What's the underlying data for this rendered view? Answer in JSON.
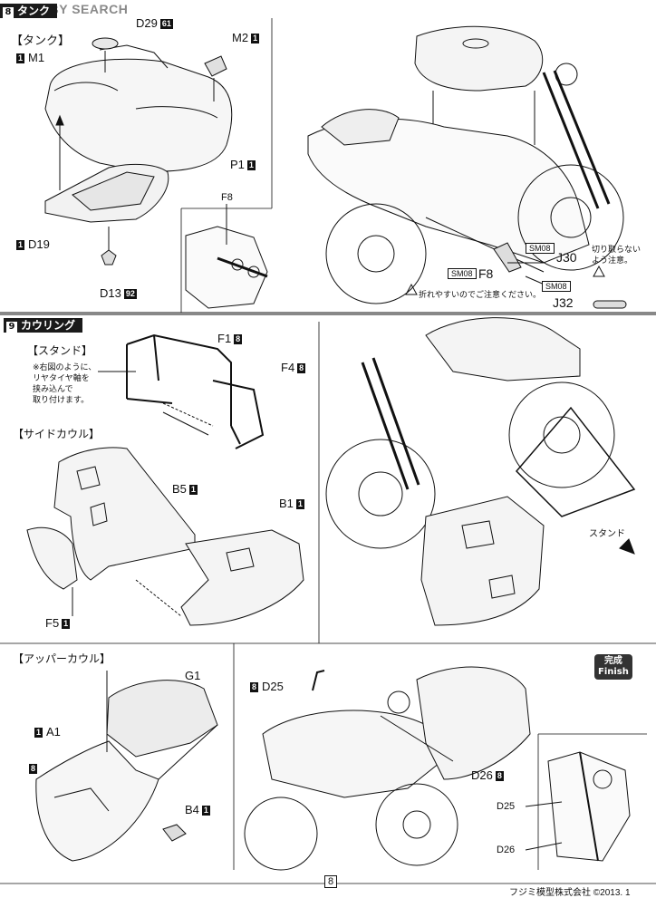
{
  "watermark": "HOBBY SEARCH",
  "step8": {
    "number": "8",
    "title": "タンク",
    "sub_label": "【タンク】",
    "parts": {
      "d29": "D29",
      "d29_n": "61",
      "m2": "M2",
      "m2_n": "1",
      "m1": "M1",
      "m1_n": "1",
      "p1": "P1",
      "p1_n": "1",
      "d19": "D19",
      "d19_n": "1",
      "d13": "D13",
      "d13_n": "92",
      "f8": "F8"
    },
    "sm08_a": "SM08",
    "j30": "J30",
    "sm08_b": "SM08",
    "f8_right": "F8",
    "sm08_c": "SM08",
    "j32": "J32",
    "caution_break": "折れやすいのでご注意ください。",
    "caution_cut": [
      "切り取らない",
      "よう注意。"
    ]
  },
  "step9": {
    "number": "9",
    "title": "カウリング",
    "stand_label": "【スタンド】",
    "stand_note": [
      "※右図のように、",
      "リヤタイヤ軸を",
      "挟み込んで",
      "取り付けます。"
    ],
    "f1": "F1",
    "f1_n": "8",
    "f4": "F4",
    "f4_n": "8",
    "side_label": "【サイドカウル】",
    "b5": "B5",
    "b5_n": "1",
    "b1": "B1",
    "b1_n": "1",
    "f5": "F5",
    "f5_n": "1",
    "stand_callout": "スタンド",
    "upper_label": "【アッパーカウル】",
    "g1": "G1",
    "a1": "A1",
    "a1_n": "1",
    "a1_color": "8",
    "b4": "B4",
    "b4_n": "1",
    "d25_n": "8",
    "d25": "D25",
    "d26": "D26",
    "d26_n": "8",
    "d25_detail": "D25",
    "d26_detail": "D26",
    "finish_jp": "完成",
    "finish_en": "Finish"
  },
  "footer": {
    "page": "8",
    "credit": "フジミ模型株式会社 ©2013. 1"
  }
}
